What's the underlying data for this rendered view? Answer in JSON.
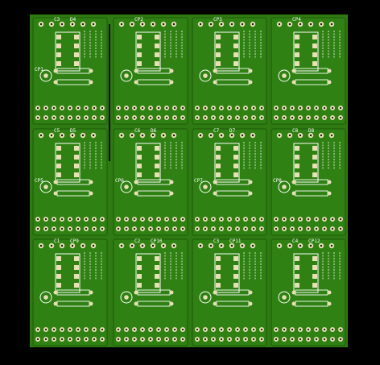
{
  "colors": {
    "background": "#000000",
    "board": "#2f7a12",
    "copper_pad": "#e7e0b4",
    "silkscreen": "#ffffff"
  },
  "panel": {
    "rows": 3,
    "cols": 4,
    "modules": [
      {
        "row": 0,
        "col": 0,
        "labels": [
          "C3",
          "D4",
          "CP1"
        ]
      },
      {
        "row": 0,
        "col": 1,
        "labels": [
          "CP2"
        ]
      },
      {
        "row": 0,
        "col": 2,
        "labels": [
          "CP3"
        ]
      },
      {
        "row": 0,
        "col": 3,
        "labels": [
          "CP4"
        ]
      },
      {
        "row": 1,
        "col": 0,
        "labels": [
          "C5",
          "D5",
          "CP5"
        ]
      },
      {
        "row": 1,
        "col": 1,
        "labels": [
          "C6",
          "D6",
          "CP6"
        ]
      },
      {
        "row": 1,
        "col": 2,
        "labels": [
          "C7",
          "D7",
          "CP7"
        ]
      },
      {
        "row": 1,
        "col": 3,
        "labels": [
          "C8",
          "D8",
          "CP8"
        ]
      },
      {
        "row": 2,
        "col": 0,
        "labels": [
          "C1",
          "CP9"
        ]
      },
      {
        "row": 2,
        "col": 1,
        "labels": [
          "C2",
          "CP10"
        ]
      },
      {
        "row": 2,
        "col": 2,
        "labels": [
          "C3",
          "CP11"
        ]
      },
      {
        "row": 2,
        "col": 3,
        "labels": [
          "C4",
          "CP12"
        ]
      }
    ]
  }
}
